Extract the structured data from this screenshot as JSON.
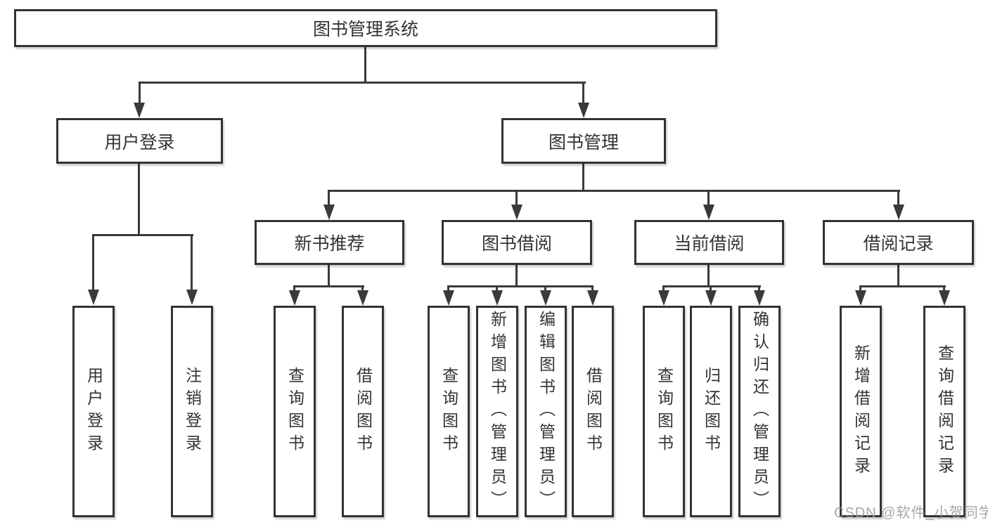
{
  "nodes": {
    "root": "图书管理系统",
    "user_login": "用户登录",
    "book_management": "图书管理",
    "new_book_recommendation": "新书推荐",
    "book_borrowing": "图书借阅",
    "current_borrowing": "当前借阅",
    "borrow_records": "借阅记录"
  },
  "leaves": {
    "user_login": "用户登录",
    "logout": "注销登录",
    "nb_query_books": "查询图书",
    "nb_borrow_books": "借阅图书",
    "bb_query_books": "查询图书",
    "bb_add_books_admin": "新增图书（管理员）",
    "bb_edit_books_admin": "编辑图书（管理员）",
    "bb_borrow_books": "借阅图书",
    "cb_query_books": "查询图书",
    "cb_return_books": "归还图书",
    "cb_confirm_return_admin": "确认归还（管理员）",
    "br_add_record": "新增借阅记录",
    "br_query_record": "查询借阅记录"
  },
  "hierarchy": {
    "图书管理系统": {
      "用户登录": [
        "用户登录",
        "注销登录"
      ],
      "图书管理": {
        "新书推荐": [
          "查询图书",
          "借阅图书"
        ],
        "图书借阅": [
          "查询图书",
          "新增图书（管理员）",
          "编辑图书（管理员）",
          "借阅图书"
        ],
        "当前借阅": [
          "查询图书",
          "归还图书",
          "确认归还（管理员）"
        ],
        "借阅记录": [
          "新增借阅记录",
          "查询借阅记录"
        ]
      }
    }
  },
  "watermark": "CSDN @软件_小贺同学",
  "colors": {
    "line": "#3a3a3a",
    "text": "#333333",
    "background": "#ffffff",
    "watermark": "#969696"
  }
}
